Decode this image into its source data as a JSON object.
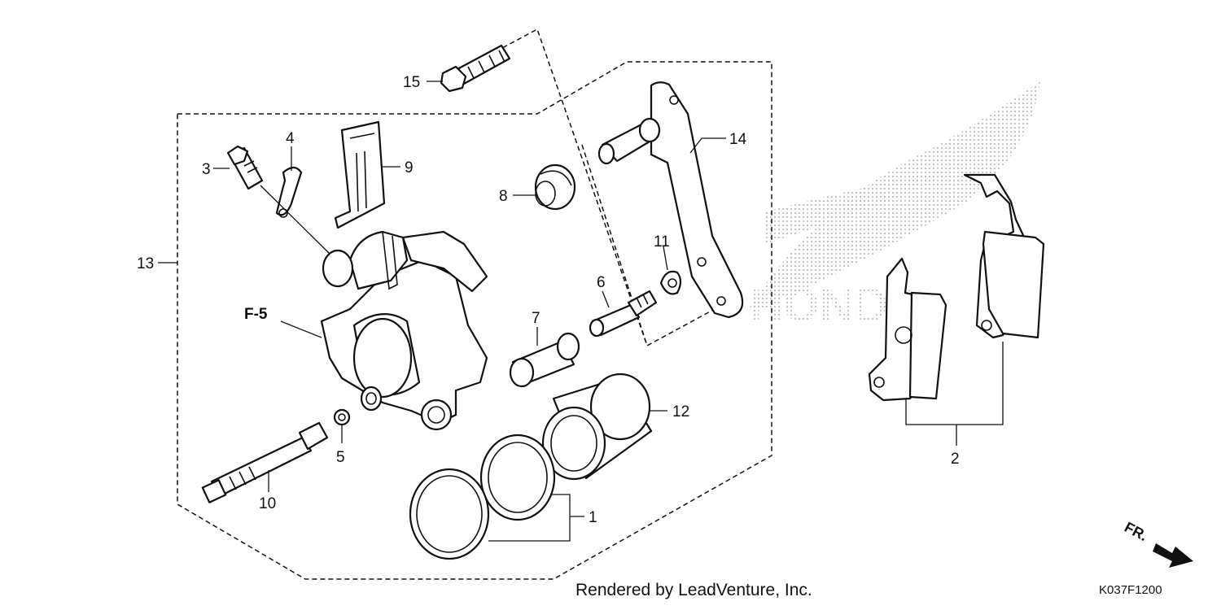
{
  "diagram": {
    "callouts": [
      {
        "id": "c1",
        "text": "1"
      },
      {
        "id": "c2",
        "text": "2"
      },
      {
        "id": "c3",
        "text": "3"
      },
      {
        "id": "c4",
        "text": "4"
      },
      {
        "id": "c5",
        "text": "5"
      },
      {
        "id": "c6",
        "text": "6"
      },
      {
        "id": "c7",
        "text": "7"
      },
      {
        "id": "c8",
        "text": "8"
      },
      {
        "id": "c9",
        "text": "9"
      },
      {
        "id": "c10",
        "text": "10"
      },
      {
        "id": "c11",
        "text": "11"
      },
      {
        "id": "c12",
        "text": "12"
      },
      {
        "id": "c13",
        "text": "13"
      },
      {
        "id": "c14",
        "text": "14"
      },
      {
        "id": "c15",
        "text": "15"
      }
    ],
    "reference": "F-5",
    "credit": "Rendered by LeadVenture, Inc.",
    "diagram_code": "K037F1200",
    "direction": "FR.",
    "watermark_logo": "HONDA",
    "colors": {
      "line": "#111111",
      "watermark": "#d6d6d6"
    }
  }
}
